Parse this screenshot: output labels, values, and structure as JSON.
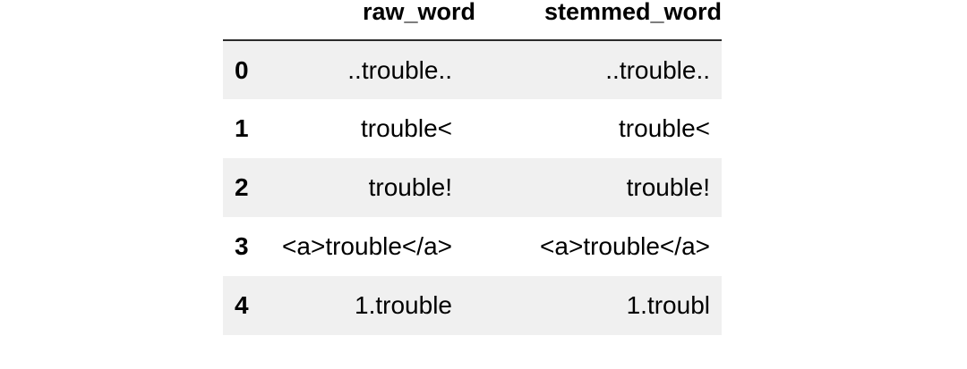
{
  "table": {
    "index_header": "",
    "columns": [
      "raw_word",
      "stemmed_word"
    ],
    "rows": [
      {
        "index": "0",
        "raw_word": "..trouble..",
        "stemmed_word": "..trouble.."
      },
      {
        "index": "1",
        "raw_word": "trouble<",
        "stemmed_word": "trouble<"
      },
      {
        "index": "2",
        "raw_word": "trouble!",
        "stemmed_word": "trouble!"
      },
      {
        "index": "3",
        "raw_word": "<a>trouble</a>",
        "stemmed_word": "<a>trouble</a>"
      },
      {
        "index": "4",
        "raw_word": "1.trouble",
        "stemmed_word": "1.troubl"
      }
    ]
  },
  "style": {
    "page_background": "#ffffff",
    "stripe_background": "#f0f0f0",
    "header_rule_color": "#2b2b2b",
    "text_color": "#000000"
  }
}
